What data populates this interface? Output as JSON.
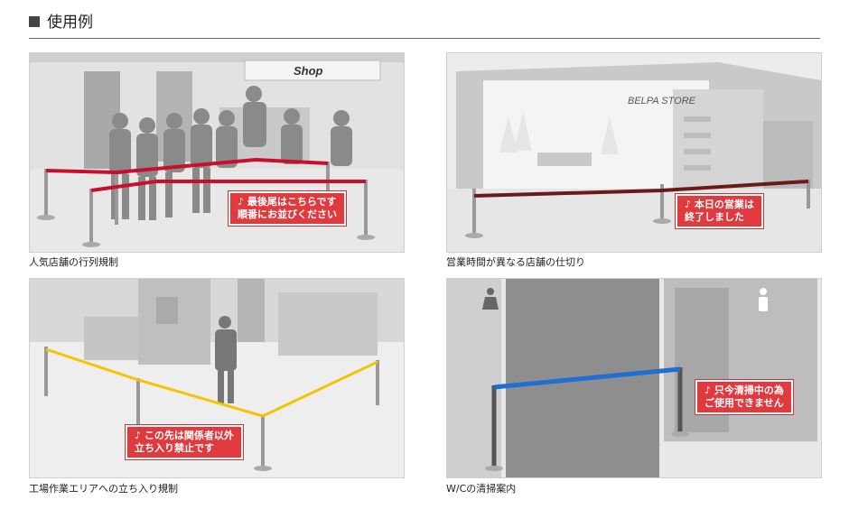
{
  "section": {
    "title": "使用例"
  },
  "panels": [
    {
      "caption": "人気店舗の行列規制",
      "sign": "♪ 最後尾はこちらです\n順番にお並びください",
      "store_label": "Shop"
    },
    {
      "caption": "営業時間が異なる店舗の仕切り",
      "sign": "♪ 本日の営業は\n終了しました",
      "store_label": "BELPA STORE"
    },
    {
      "caption": "工場作業エリアへの立ち入り規制",
      "sign": "♪ この先は関係者以外\n立ち入り禁止です"
    },
    {
      "caption": "W/Cの清掃案内",
      "sign": "♪ 只今清掃中の為\nご使用できません"
    }
  ],
  "colors": {
    "red_belt": "#c8102e",
    "dark_red_belt": "#6b1a1a",
    "yellow_belt": "#f2c500",
    "blue_belt": "#1e6fd0",
    "sign_bg": "#e0393e"
  }
}
